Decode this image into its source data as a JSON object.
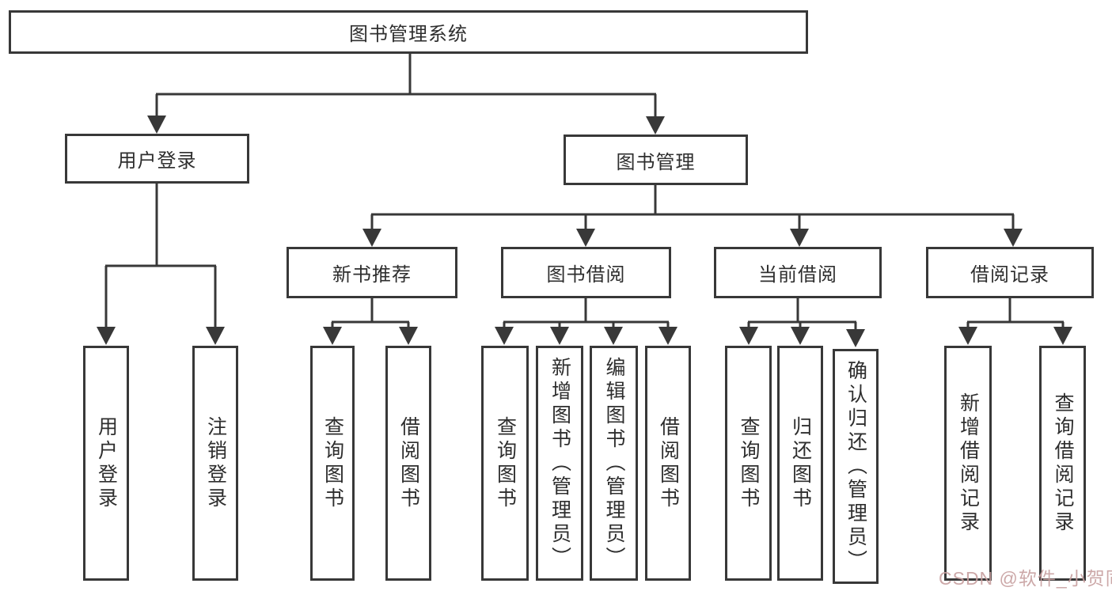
{
  "title": "图书管理系统",
  "tree": {
    "root": {
      "label": "图书管理系统"
    },
    "level2": [
      {
        "label": "用户登录"
      },
      {
        "label": "图书管理"
      }
    ],
    "level3": [
      {
        "label": "新书推荐",
        "parent": "图书管理"
      },
      {
        "label": "图书借阅",
        "parent": "图书管理"
      },
      {
        "label": "当前借阅",
        "parent": "图书管理"
      },
      {
        "label": "借阅记录",
        "parent": "图书管理"
      }
    ],
    "leaves": [
      {
        "label": "用户登录",
        "parent": "用户登录"
      },
      {
        "label": "注销登录",
        "parent": "用户登录"
      },
      {
        "label": "查询图书",
        "parent": "新书推荐"
      },
      {
        "label": "借阅图书",
        "parent": "新书推荐"
      },
      {
        "label": "查询图书",
        "parent": "图书借阅"
      },
      {
        "label": "新增图书（管理员）",
        "parent": "图书借阅"
      },
      {
        "label": "编辑图书（管理员）",
        "parent": "图书借阅"
      },
      {
        "label": "借阅图书",
        "parent": "图书借阅"
      },
      {
        "label": "查询图书",
        "parent": "当前借阅"
      },
      {
        "label": "归还图书",
        "parent": "当前借阅"
      },
      {
        "label": "确认归还（管理员）",
        "parent": "当前借阅"
      },
      {
        "label": "新增借阅记录",
        "parent": "借阅记录"
      },
      {
        "label": "查询借阅记录",
        "parent": "借阅记录"
      }
    ]
  },
  "watermark": {
    "text": "CSDN @软件_小贺同学",
    "color": "#c79f9f"
  },
  "colors": {
    "background": "#ffffff",
    "line": "#383838",
    "box_border": "#383838",
    "text": "#2e2e2e"
  }
}
